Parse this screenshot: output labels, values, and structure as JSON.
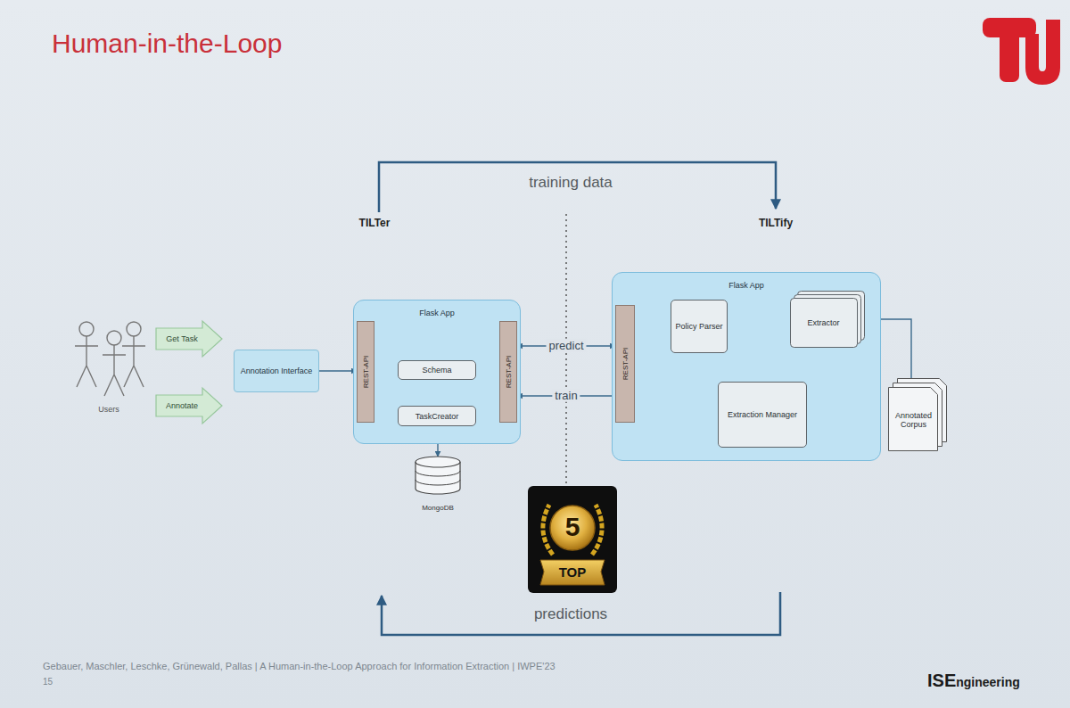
{
  "diagram": {
    "title": "Human-in-the-Loop",
    "nodes": [
      {
        "text": [
          "Get Task"
        ]
      },
      {
        "text": [
          "Annotate"
        ]
      },
      {
        "text": [
          "Annotation Interface"
        ]
      },
      {
        "text": [
          "Flask App"
        ]
      },
      {
        "text": [
          "REST-API"
        ],
        "in": 3
      },
      {
        "text": [
          "Schema"
        ],
        "in": 3
      },
      {
        "text": [
          "TaskCreator"
        ],
        "in": 3
      },
      {
        "text": [
          "REST-API"
        ],
        "in": 3
      },
      {
        "text": [
          "MongoDB"
        ]
      },
      {
        "text": [
          "Flask App"
        ]
      },
      {
        "text": [
          "REST-API"
        ],
        "in": 9
      },
      {
        "text": [
          "Policy Parser"
        ],
        "in": 9
      },
      {
        "text": [
          "Extractor"
        ],
        "in": 9
      },
      {
        "text": [
          "Extraction Manager"
        ],
        "in": 9
      },
      {
        "text": [
          "Annotated Corpus"
        ]
      }
    ],
    "edges": [
      {
        "from": 2,
        "to": 4,
        "arrow": "to"
      },
      {
        "from": 4,
        "to": 5,
        "arrow": "to"
      },
      {
        "from": 5,
        "to": 7,
        "arrow": "to"
      },
      {
        "from": 5,
        "to": 6,
        "arrow": "to"
      },
      {
        "from": 6,
        "to": 8,
        "arrow": "to"
      },
      {
        "from": 7,
        "to": 10,
        "label": "predict",
        "arrow": "both"
      },
      {
        "from": 10,
        "to": 7,
        "label": "train",
        "arrow": "to"
      },
      {
        "from": 10,
        "to": 11,
        "arrow": "to"
      },
      {
        "from": 11,
        "to": 13,
        "arrow": "to"
      },
      {
        "from": 13,
        "to": 10,
        "arrow": "to"
      },
      {
        "from": 13,
        "to": 12,
        "arrow": "both"
      },
      {
        "from": 14,
        "to": 12,
        "arrow": "to"
      }
    ],
    "labels": [
      "TILTer",
      "TILTify",
      "training data",
      "predictions",
      "Users",
      "5",
      "TOP",
      "Gebauer, Maschler, Leschke, Grünewald, Pallas | A Human-in-the-Loop Approach for Information Extraction | IWPE'23",
      "15",
      "ISE",
      "ngineering"
    ]
  }
}
